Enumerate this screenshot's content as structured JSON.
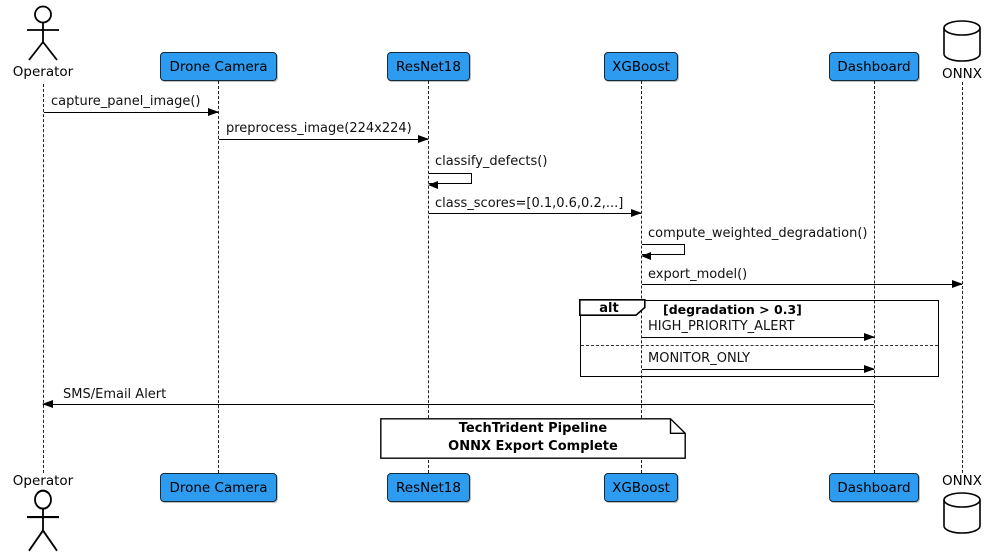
{
  "participants": [
    {
      "name": "Operator",
      "type": "actor"
    },
    {
      "name": "Drone Camera",
      "type": "participant"
    },
    {
      "name": "ResNet18",
      "type": "participant"
    },
    {
      "name": "XGBoost",
      "type": "participant"
    },
    {
      "name": "Dashboard",
      "type": "participant"
    },
    {
      "name": "ONNX",
      "type": "database"
    }
  ],
  "messages": [
    {
      "label": "capture_panel_image()",
      "from": "Operator",
      "to": "Drone Camera"
    },
    {
      "label": "preprocess_image(224x224)",
      "from": "Drone Camera",
      "to": "ResNet18"
    },
    {
      "label": "classify_defects()",
      "from": "ResNet18",
      "to": "ResNet18"
    },
    {
      "label": "class_scores=[0.1,0.6,0.2,...]",
      "from": "ResNet18",
      "to": "XGBoost"
    },
    {
      "label": "compute_weighted_degradation()",
      "from": "XGBoost",
      "to": "XGBoost"
    },
    {
      "label": "export_model()",
      "from": "XGBoost",
      "to": "ONNX"
    },
    {
      "label": "HIGH_PRIORITY_ALERT",
      "from": "XGBoost",
      "to": "Dashboard"
    },
    {
      "label": "MONITOR_ONLY",
      "from": "XGBoost",
      "to": "Dashboard"
    },
    {
      "label": "SMS/Email Alert",
      "from": "Dashboard",
      "to": "Operator"
    }
  ],
  "alt_frame": {
    "operator": "alt",
    "guard": "[degradation > 0.3]"
  },
  "note": {
    "line1": "TechTrident Pipeline",
    "line2": "ONNX Export Complete"
  },
  "colors": {
    "participant_fill": "#2D9CF0",
    "participant_border": "#142B3A",
    "line_color": "#000000"
  }
}
